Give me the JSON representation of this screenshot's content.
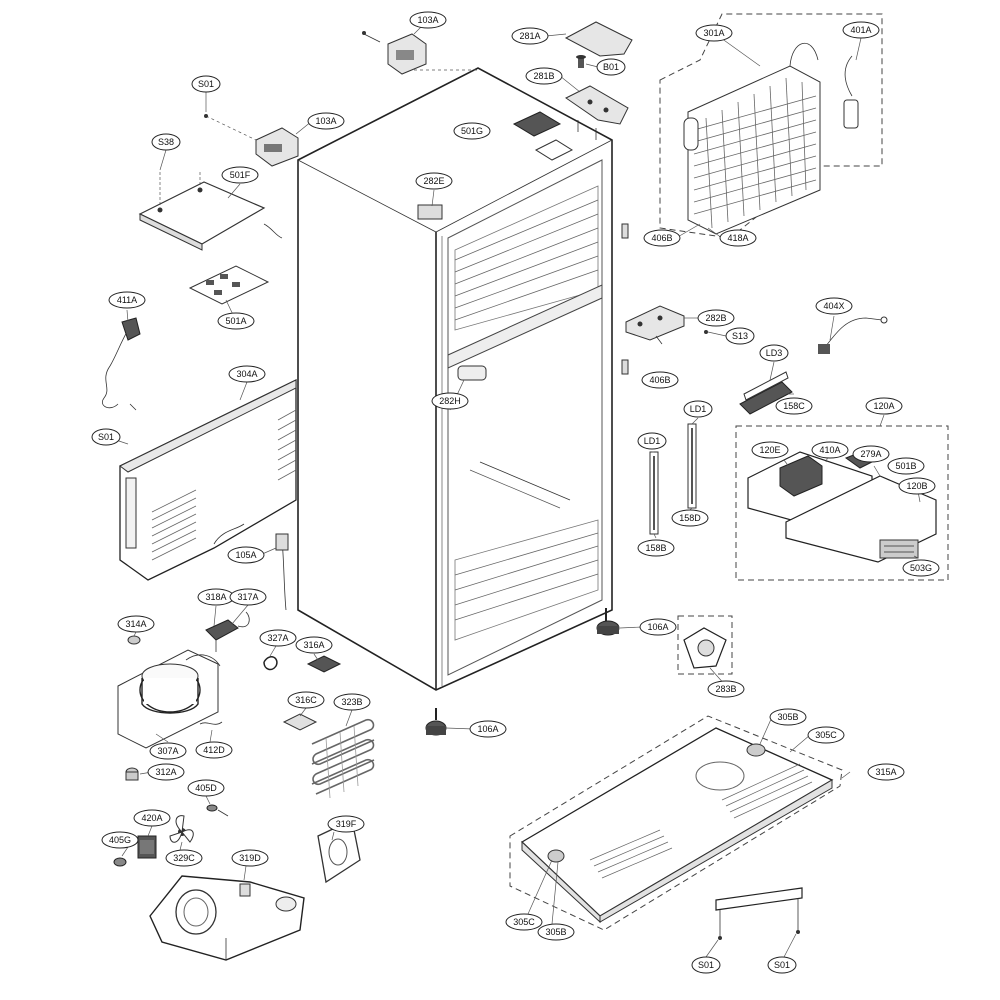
{
  "labels": {
    "l103A_top": "103A",
    "l281A": "281A",
    "l301A": "301A",
    "l401A": "401A",
    "lS01_a": "S01",
    "l281B": "281B",
    "lB01": "B01",
    "l103A_mid": "103A",
    "l501G": "501G",
    "lS38": "S38",
    "l501F": "501F",
    "l282E": "282E",
    "l406B_a": "406B",
    "l418A": "418A",
    "l501A": "501A",
    "l411A": "411A",
    "l282B": "282B",
    "lS13": "S13",
    "l404X": "404X",
    "lLD3": "LD3",
    "l304A": "304A",
    "l406B_b": "406B",
    "l158C": "158C",
    "l120A": "120A",
    "l282H": "282H",
    "lLD1_a": "LD1",
    "lLD1_b": "LD1",
    "lS01_b": "S01",
    "l120E": "120E",
    "l410A": "410A",
    "l279A": "279A",
    "l501B": "501B",
    "l120B": "120B",
    "l158D": "158D",
    "l158B": "158B",
    "l105A": "105A",
    "l503G": "503G",
    "l318A": "318A",
    "l317A": "317A",
    "l106A_a": "106A",
    "l314A": "314A",
    "l327A": "327A",
    "l316A": "316A",
    "l283B": "283B",
    "l316C": "316C",
    "l323B": "323B",
    "l106A_b": "106A",
    "l305B_a": "305B",
    "l305C_a": "305C",
    "l307A": "307A",
    "l412D": "412D",
    "l315A": "315A",
    "l312A": "312A",
    "l405D": "405D",
    "l420A": "420A",
    "l319F": "319F",
    "l405G": "405G",
    "l329C": "329C",
    "l319D": "319D",
    "l305C_b": "305C",
    "l305B_b": "305B",
    "lS01_c": "S01",
    "lS01_d": "S01"
  }
}
